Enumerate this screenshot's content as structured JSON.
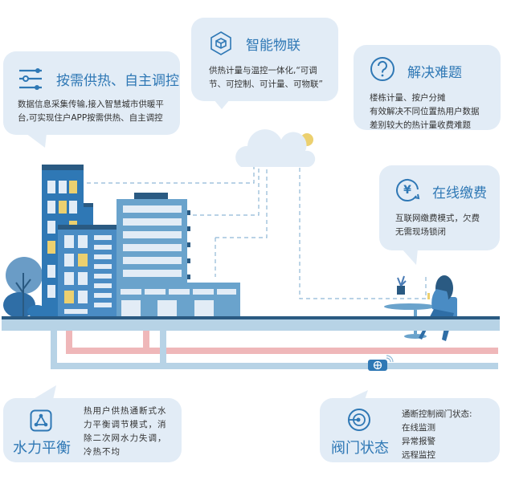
{
  "colors": {
    "card_bg": "#e2ecf6",
    "accent": "#2f78b5",
    "heat_pipe": "#efb7b9",
    "return_pipe": "#b7d3e6",
    "ground": "#2a5a82",
    "window_yellow": "#ecd06f"
  },
  "cards": {
    "demand": {
      "title": "按需供热、自主调控",
      "lines": [
        "数据信息采集传输,接入智慧城市供暖平",
        "台,可实现住户APP按需供热、自主调控"
      ],
      "icon": "sliders-icon"
    },
    "iot": {
      "title": "智能物联",
      "lines": [
        "供热计量与温控一体化,“可调",
        "节、可控制、可计量、可物联”"
      ],
      "icon": "cube-network-icon"
    },
    "problem": {
      "title": "解决难题",
      "lines": [
        "楼栋计量、按户分摊",
        "有效解决不同位置热用户数据",
        "差别较大的热计量收费难题"
      ],
      "icon": "question-icon"
    },
    "payment": {
      "title": "在线缴费",
      "lines": [
        "互联网缴费模式，欠费",
        "无需现场锁闭"
      ],
      "icon": "yuan-icon"
    },
    "balance": {
      "title": "水力平衡",
      "lines": [
        "热用户供热通断式水",
        "力平衡调节模式，消",
        "除二次网水力失调，",
        "冷热不均"
      ],
      "icon": "triangle-nodes-icon"
    },
    "valve": {
      "title": "阀门状态",
      "lines": [
        "通断控制阀门状态:",
        "在线监测",
        "异常报警",
        "远程监控"
      ],
      "icon": "valve-icon"
    }
  }
}
